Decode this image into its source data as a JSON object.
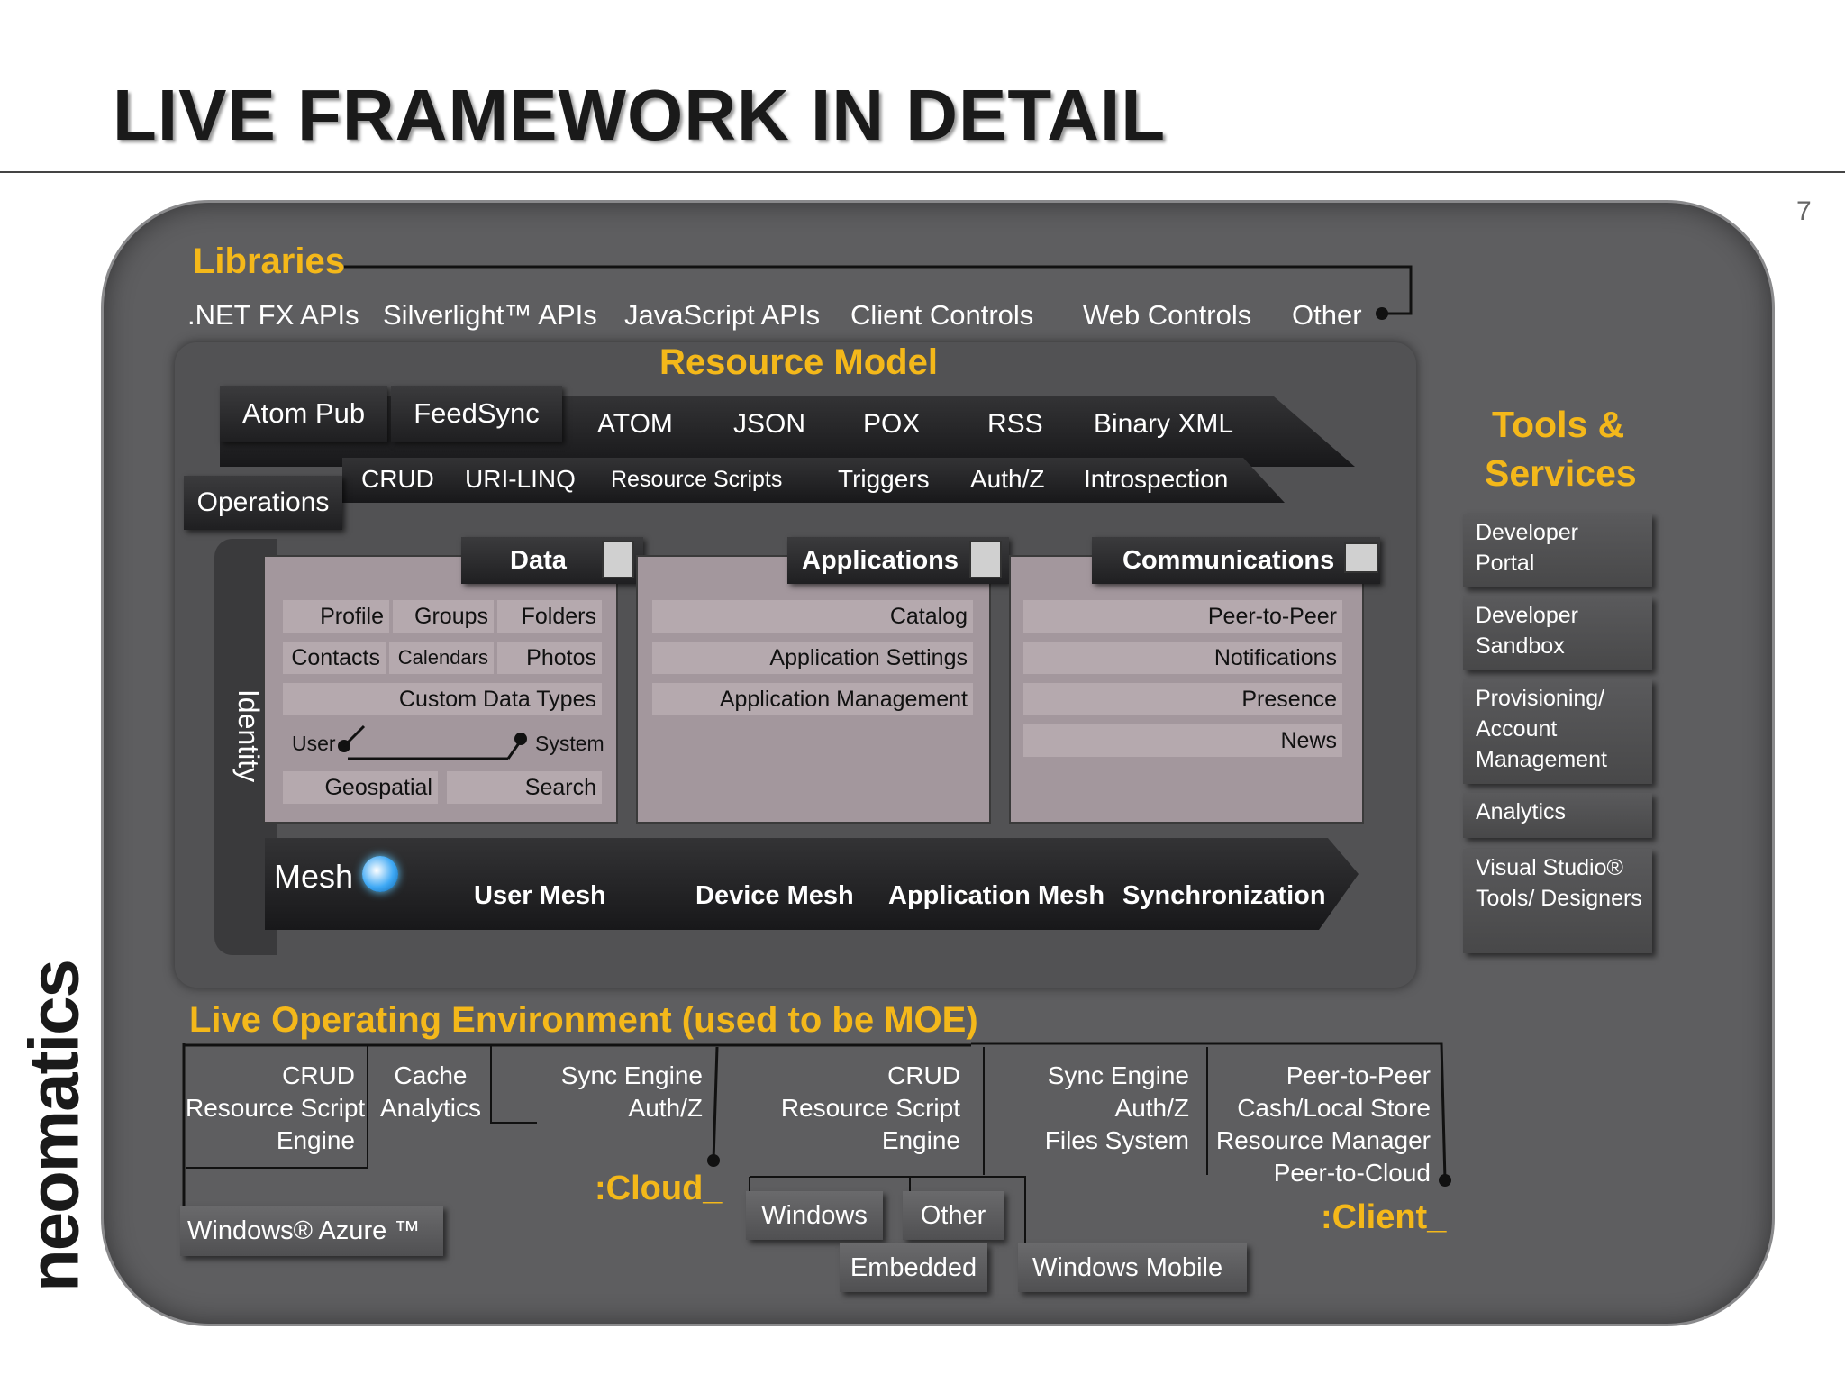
{
  "title": "LIVE FRAMEWORK IN DETAIL",
  "page_number": "7",
  "brand": "neomatics",
  "libraries": {
    "heading": "Libraries",
    "items": [
      ".NET FX APIs",
      "Silverlight™ APIs",
      "JavaScript APIs",
      "Client Controls",
      "Web Controls",
      "Other"
    ]
  },
  "resource_model": {
    "heading": "Resource Model",
    "protocols_tabs": [
      "Atom Pub",
      "FeedSync"
    ],
    "formats": [
      "ATOM",
      "JSON",
      "POX",
      "RSS",
      "Binary XML"
    ],
    "operations_label": "Operations",
    "operations": [
      "CRUD",
      "URI-LINQ",
      "Resource Scripts",
      "Triggers",
      "Auth/Z",
      "Introspection"
    ]
  },
  "identity_label": "Identity",
  "data": {
    "label": "Data",
    "items": [
      "Profile",
      "Groups",
      "Folders",
      "Contacts",
      "Calendars",
      "Photos",
      "Custom Data Types",
      "User",
      "System",
      "Geospatial",
      "Search"
    ]
  },
  "applications": {
    "label": "Applications",
    "items": [
      "Catalog",
      "Application Settings",
      "Application Management"
    ]
  },
  "communications": {
    "label": "Communications",
    "items": [
      "Peer-to-Peer",
      "Notifications",
      "Presence",
      "News"
    ]
  },
  "mesh": {
    "label": "Mesh",
    "items": [
      "User Mesh",
      "Device Mesh",
      "Application Mesh",
      "Synchronization"
    ]
  },
  "tools": {
    "heading_line1": "Tools &",
    "heading_line2": "Services",
    "items": [
      [
        "Developer",
        "Portal"
      ],
      [
        "Developer",
        "Sandbox"
      ],
      [
        "Provisioning/",
        "Account",
        "Management"
      ],
      [
        "Analytics"
      ],
      [
        "Visual Studio®",
        "Tools/ Designers"
      ]
    ]
  },
  "loe": {
    "heading": "Live Operating Environment (used to be MOE)",
    "cloud": {
      "col1": [
        "CRUD",
        "Resource Script",
        "Engine"
      ],
      "col2": [
        "Cache",
        "Analytics"
      ],
      "col3": [
        "Sync Engine",
        "Auth/Z"
      ],
      "label": ":Cloud_",
      "platform": "Windows® Azure ™"
    },
    "client": {
      "col1": [
        "CRUD",
        "Resource Script",
        "Engine"
      ],
      "col2": [
        "Sync Engine",
        "Auth/Z",
        "Files System"
      ],
      "col3": [
        "Peer-to-Peer",
        "Cash/Local Store",
        "Resource Manager",
        "Peer-to-Cloud"
      ],
      "label": ":Client_",
      "platforms": [
        "Windows",
        "Other",
        "Embedded",
        "Windows Mobile"
      ]
    }
  },
  "colors": {
    "accent": "#f4b81a",
    "panel": "#5e5e60",
    "cell": "#b5a9ae"
  }
}
